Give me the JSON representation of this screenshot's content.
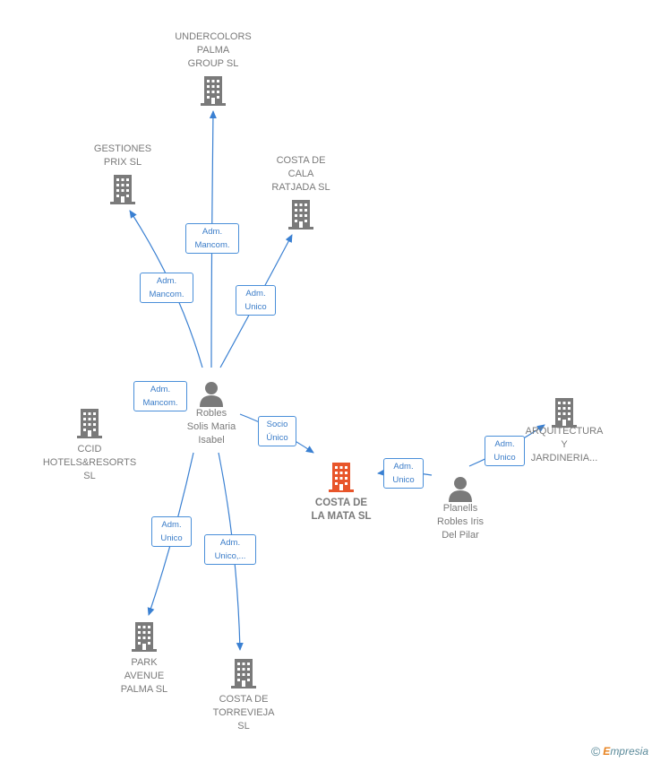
{
  "colors": {
    "edge": "#3a80d2",
    "building": "#7a7a7a",
    "building_main": "#e8552a",
    "person": "#7a7a7a"
  },
  "nodes": {
    "undercolors": "UNDERCOLORS\nPALMA\nGROUP SL",
    "gestiones": "GESTIONES\nPRIX  SL",
    "costa_cala": "COSTA DE\nCALA\nRATJADA  SL",
    "ccid": "CCID\nHOTELS&RESORTS\nSL",
    "robles": "Robles\nSolis Maria\nIsabel",
    "costa_mata": "COSTA DE\nLA MATA  SL",
    "planells": "Planells\nRobles Iris\nDel Pilar",
    "arquitectura": "ARQUITECTURA\nY\nJARDINERIA...",
    "park_avenue": "PARK\nAVENUE\nPALMA SL",
    "costa_torrevieja": "COSTA DE\nTORREVIEJA\nSL"
  },
  "edges": {
    "to_undercolors": "Adm.\nMancom.",
    "to_gestiones": "Adm.\nMancom.",
    "to_costa_cala": "Adm.\nUnico",
    "to_ccid": "Adm.\nMancom.",
    "to_costa_mata": "Socio\nÚnico",
    "planells_to_costa_mata": "Adm.\nUnico",
    "planells_to_arquitectura": "Adm.\nUnico",
    "to_park_avenue": "Adm.\nUnico",
    "to_torrevieja": "Adm.\nUnico,..."
  },
  "brand": {
    "copyright": "©",
    "e": "E",
    "rest": "mpresia"
  }
}
